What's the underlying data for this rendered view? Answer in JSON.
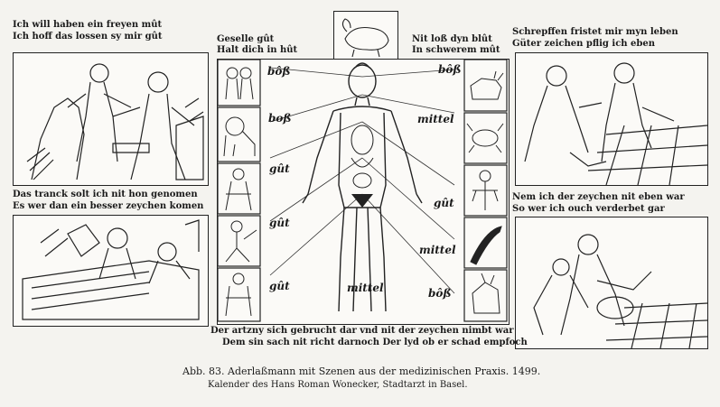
{
  "verses": {
    "top_left_1": "Ich will haben ein freyen mût",
    "top_left_2": "Ich hoff das lossen sy mir gût",
    "center_left_1": "Geselle gût",
    "center_left_2": "Halt dich in hût",
    "center_right_1": "Nit loß dyn blût",
    "center_right_2": "In schwerem mût",
    "top_right_1": "Schrepffen fristet mir myn leben",
    "top_right_2": "Güter zeichen pflig ich eben",
    "mid_left_1": "Das tranck solt ich nit hon genomen",
    "mid_left_2": "Es wer dan ein besser zeychen komen",
    "mid_right_1": "Nem ich der zeychen nit eben war",
    "mid_right_2": "So wer ich ouch verderbet gar",
    "bottom_1": "Der artzny sich gebrucht dar vnd nit der zeychen nimbt war",
    "bottom_2": "Dem sin sach nit richt darnoch Der lyd ob er schad empfoch"
  },
  "body_labels": {
    "bos_top": "bôß",
    "bos_left": "boß",
    "mittel_right_upper": "mittel",
    "gut_left_1": "gût",
    "gut_left_2": "gût",
    "gut_right": "gût",
    "mittel_right_lower": "mittel",
    "mittel_center": "mittel",
    "gut_bottom_left": "gût",
    "bos_bottom_right": "bôß",
    "bos_top_right": "bôß"
  },
  "caption": {
    "line1": "Abb. 83. Aderlaßmann mit Szenen aus der medizinischen Praxis. 1499.",
    "line2": "Kalender des Hans Roman Wonecker, Stadtarzt in Basel."
  },
  "icons": [
    "bloodletting-man-figure",
    "zodiac-aries-icon",
    "zodiac-taurus-icon",
    "zodiac-gemini-icon",
    "zodiac-cancer-icon",
    "zodiac-leo-icon",
    "zodiac-virgo-icon",
    "zodiac-libra-icon",
    "zodiac-scorpio-icon",
    "zodiac-sagittarius-icon",
    "zodiac-capricorn-icon",
    "zodiac-aquarius-icon",
    "zodiac-pisces-icon"
  ]
}
